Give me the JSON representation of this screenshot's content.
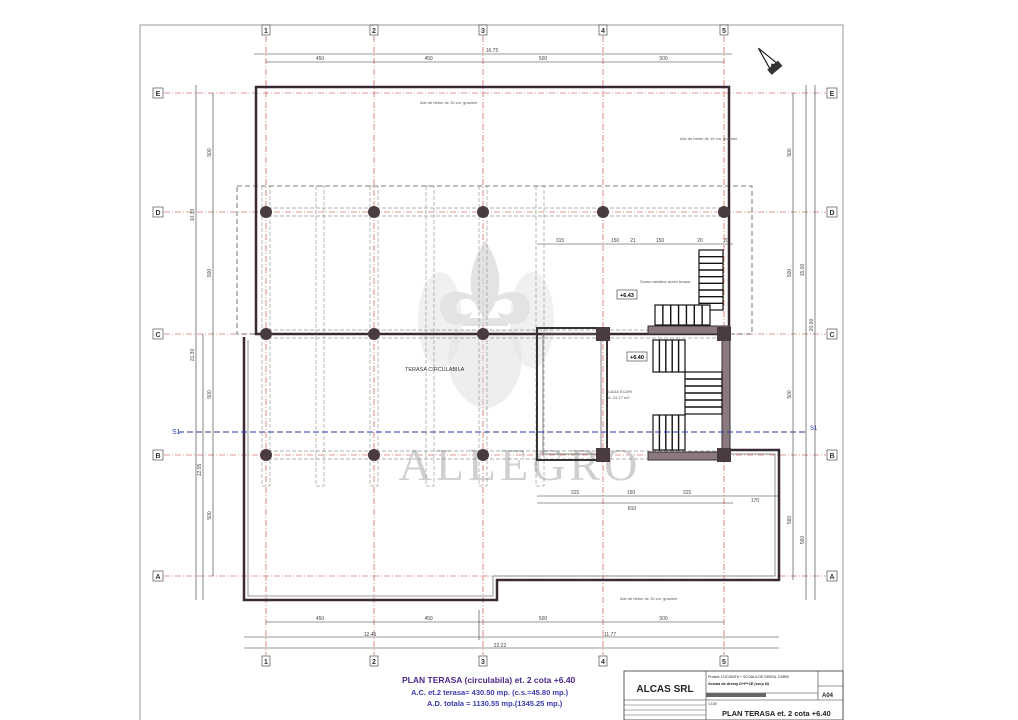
{
  "axes": {
    "columns": [
      "1",
      "2",
      "3",
      "4",
      "5"
    ],
    "rows": [
      "E",
      "D",
      "C",
      "B",
      "A"
    ]
  },
  "dimensions": {
    "top_total": "16.75",
    "top_spans": [
      "450",
      "450",
      "500",
      "500"
    ],
    "bottom_spans": [
      "450",
      "450",
      "500",
      "500"
    ],
    "bottom_partials": [
      "12.45",
      "11.77"
    ],
    "bottom_total": "22.22",
    "left_spans": [
      "500",
      "500",
      "500",
      "500"
    ],
    "left_totals": [
      "10.30",
      "21.30",
      "12.05"
    ],
    "right_spans": [
      "500",
      "500",
      "500",
      "560"
    ],
    "right_totals": [
      "15.00",
      "20.00",
      "560"
    ],
    "stair_top": [
      "315",
      "150",
      "21",
      "150",
      "20",
      "20"
    ],
    "stair_bottom": [
      "315",
      "150",
      "315",
      "810",
      "170"
    ]
  },
  "labels": {
    "terrace": "TERASA CIRCULABILA",
    "level_1": "+6.43",
    "level_2": "+6.40",
    "stair_room": "CASA SCARI",
    "stair_area": "A: 24.17 m2",
    "section_left": "S1",
    "section_right": "S1",
    "note_parapet": "Atic de beton de 15 cm. grosime",
    "note_stair": "Scara metalica acces terasa"
  },
  "watermark": "ALLEGRO",
  "caption": {
    "title": "PLAN TERASA (circulabila) et. 2 cota +6.40",
    "line1": "A.C. et.2 terasa= 430.50 mp. (c.s.=45.80 mp.)",
    "line2": "A.D. totala = 1130.55 mp.(1345.25 mp.)"
  },
  "title_block": {
    "company": "ALCAS SRL",
    "project": "Proiect: LOCUINTA + SCOALA DE DRIFAL CARIB",
    "scale_note": "Scoala de dresaj D+P+1E (corp B)",
    "scale": "1:100",
    "sheet_id": "A04",
    "drawing_name": "PLAN TERASA et. 2 cota +6.40"
  },
  "colors": {
    "axis_line": "#c0392b",
    "wall": "#3a2a35",
    "section": "#2a3ab0",
    "caption": "#4a2a8a"
  }
}
